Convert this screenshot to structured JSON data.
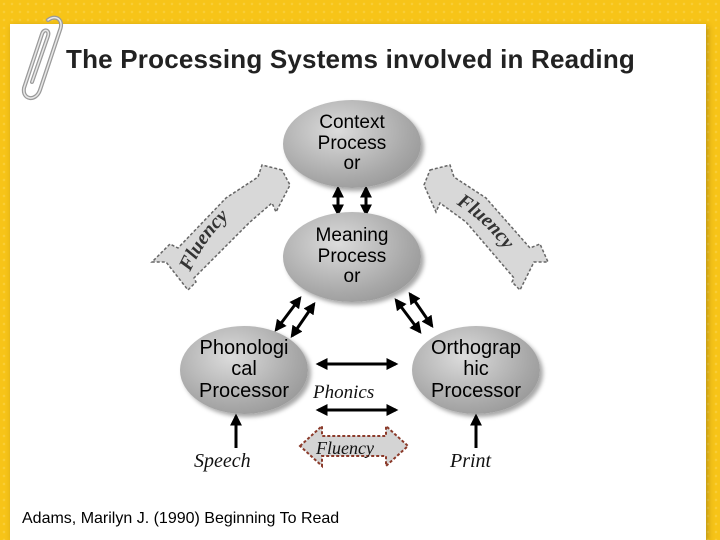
{
  "title": "The Processing Systems involved in Reading",
  "nodes": {
    "context": "Context\nProcess\nor",
    "meaning": "Meaning\nProcess\nor",
    "phonological": "Phonologi\ncal\nProcessor",
    "orthographic": "Orthograp\nhic\nProcessor"
  },
  "labels": {
    "phonics": "Phonics",
    "speech": "Speech",
    "print": "Print",
    "fluency_bottom": "Fluency",
    "fluency_left": "Fluency",
    "fluency_right": "Fluency"
  },
  "citation": "Adams, Marilyn J. (1990) Beginning To Read",
  "colors": {
    "background": "#f7c418",
    "node_fill": "#a8a8a8",
    "arrow": "#000000",
    "fluency_arrow_fill": "#c8c8c8",
    "fluency_arrow_border": "#8b3a2a"
  }
}
